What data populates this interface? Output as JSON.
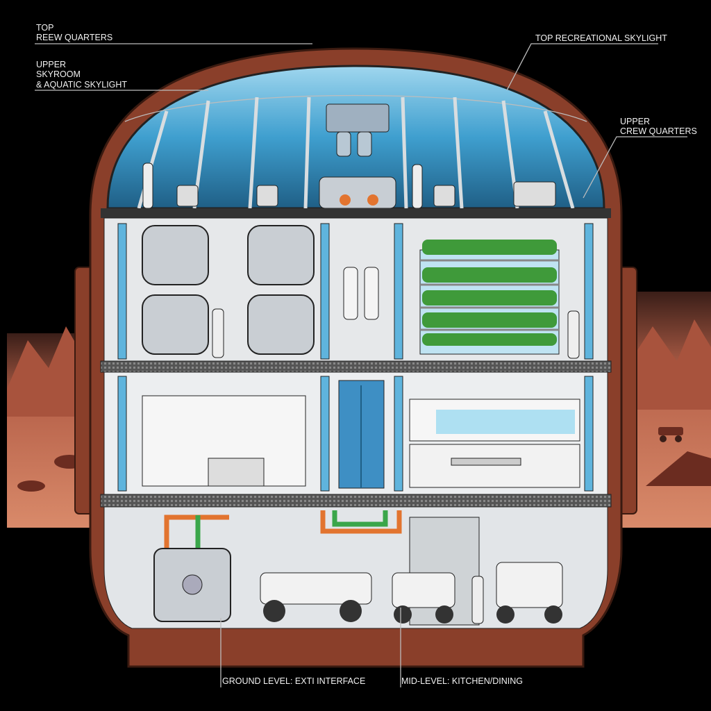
{
  "labels": {
    "top_line1": "TOP",
    "top_line2": "REEW QUARTERS",
    "upper_line1": "UPPER",
    "upper_line2": "SKYROOM",
    "upper_line3": "& AQUATIC SKYLIGHT",
    "top_recreational": "TOP RECREATIONAL SKYLIGHT",
    "crew_line1": "UPPER",
    "crew_line2": "CREW QUARTERS",
    "ground_level": "GROUND LEVEL: EXTI INTERFACE",
    "mid_level": "MID-LEVEL: KITCHEN/DINING"
  },
  "colors": {
    "background": "#000000",
    "hull": "#8a3f2a",
    "water": "#3f9fcf",
    "mars": "#c9735a",
    "interior": "#e6e8ea",
    "pipe_blue": "#5fb4dd",
    "pipe_orange": "#e2742f",
    "pipe_green": "#3aa64a",
    "plants": "#3f9a3a"
  }
}
